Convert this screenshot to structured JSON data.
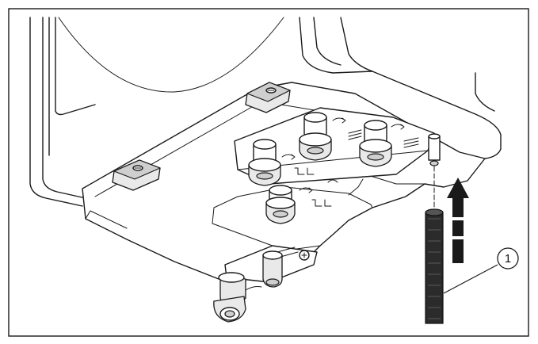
{
  "diagram": {
    "callout": {
      "label": "1"
    },
    "colors": {
      "stroke": "#1a1a1a",
      "background": "#ffffff",
      "cable": "#2b2b2b"
    },
    "icons": [
      "water-heater-unit",
      "pipe-fitting",
      "connection-cable",
      "upward-arrow"
    ]
  }
}
